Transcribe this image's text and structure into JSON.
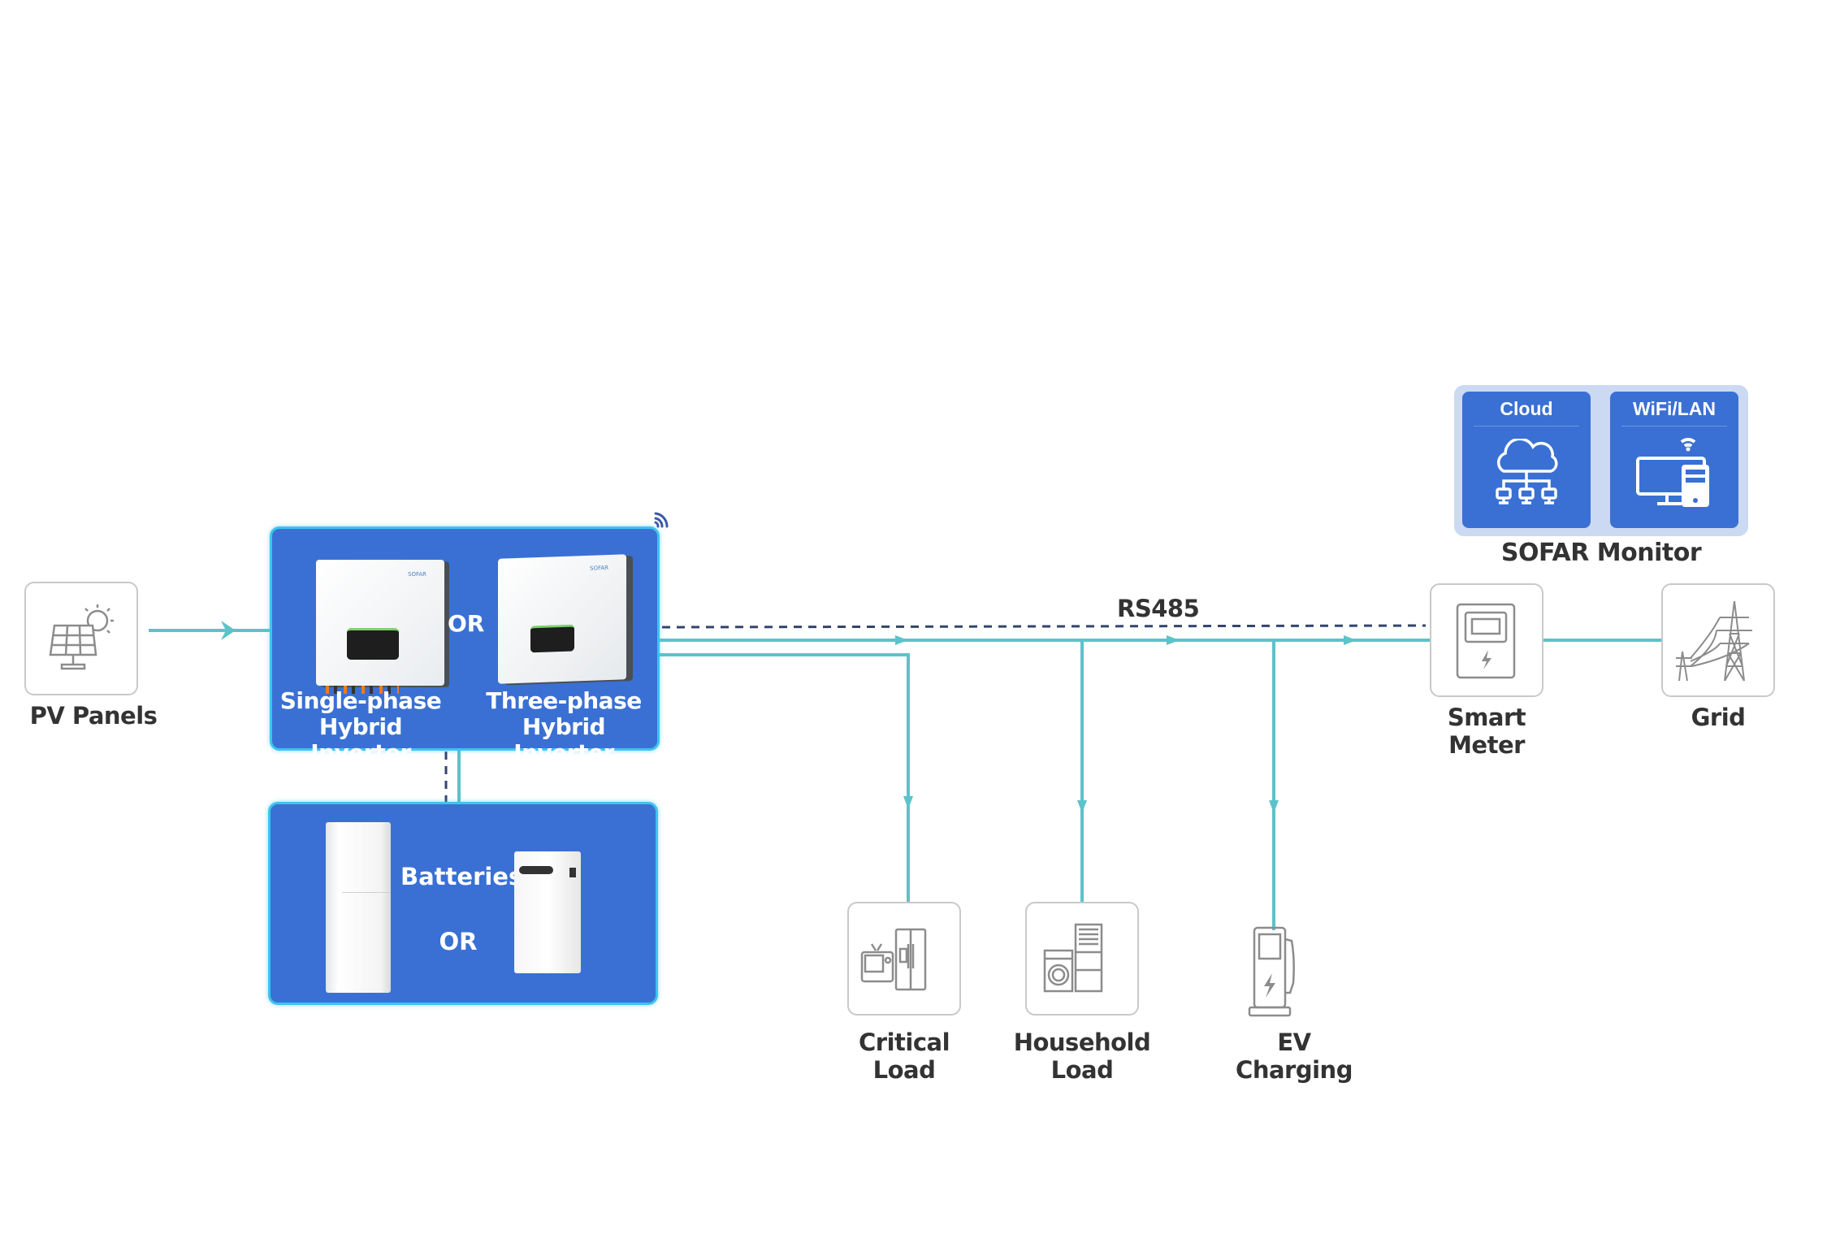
{
  "diagram": {
    "nodes": {
      "pv_panels": {
        "label": "PV Panels",
        "icon": "solar-panel-icon"
      },
      "inverters": {
        "option_a": {
          "line1": "Single-phase",
          "line2": "Hybrid Inverter",
          "brand": "SOFAR"
        },
        "or_label": "OR",
        "option_b": {
          "line1": "Three-phase",
          "line2": "Hybrid Inverter",
          "brand": "SOFAR"
        },
        "wireless_icon": "wifi-signal-icon"
      },
      "batteries": {
        "label": "Batteries",
        "or_label": "OR"
      },
      "critical_load": {
        "line1": "Critical",
        "line2": "Load",
        "icon": "tv-fridge-icon"
      },
      "household_load": {
        "line1": "Household",
        "line2": "Load",
        "icon": "washer-appliance-icon"
      },
      "ev_charging": {
        "line1": "EV",
        "line2": "Charging",
        "icon": "ev-charger-icon"
      },
      "smart_meter": {
        "line1": "Smart",
        "line2": "Meter",
        "icon": "meter-icon"
      },
      "grid": {
        "label": "Grid",
        "icon": "power-tower-icon"
      },
      "monitor": {
        "title": "SOFAR Monitor",
        "cards": [
          {
            "label": "Cloud",
            "icon": "cloud-network-icon"
          },
          {
            "label": "WiFi/LAN",
            "icon": "computer-phone-wifi-icon"
          }
        ]
      }
    },
    "connections": {
      "rs485_label": "RS485"
    },
    "colors": {
      "power_line": "#5bc3c9",
      "comm_line": "#33456e",
      "box_blue": "#3a70d4",
      "box_border": "#3ec3ef",
      "monitor_bg": "#ccd9f2",
      "text": "#333333"
    }
  }
}
